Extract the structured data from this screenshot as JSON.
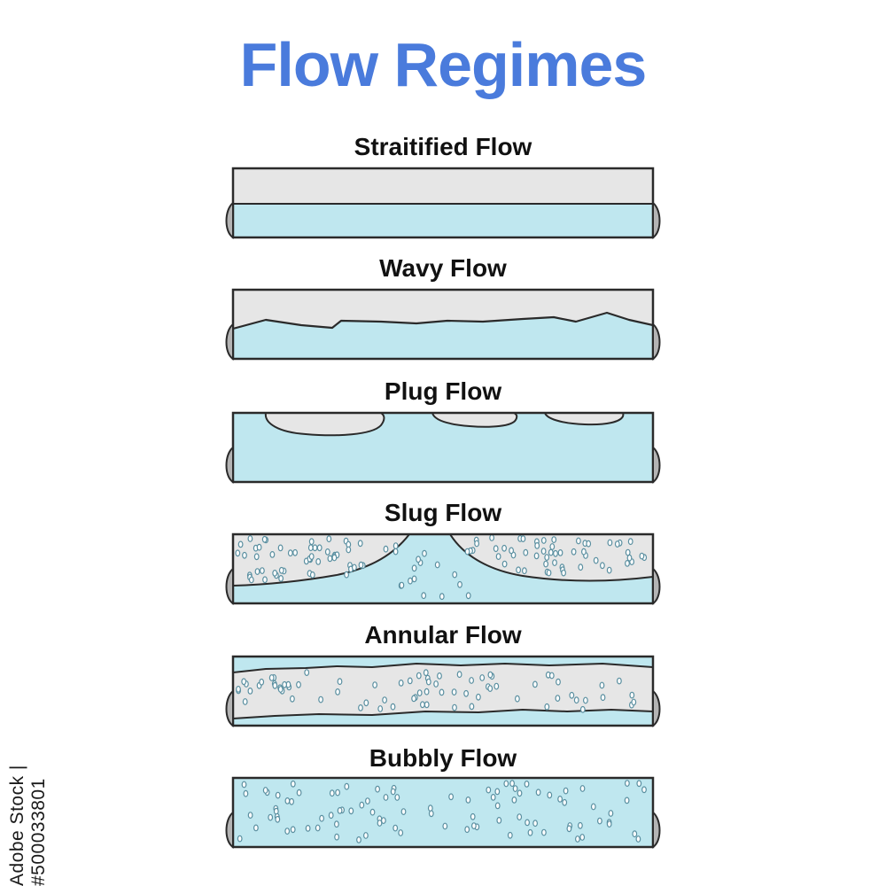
{
  "title": "Flow Regimes",
  "colors": {
    "title": "#4a7bdc",
    "text": "#111111",
    "liquid": "#bfe7ef",
    "gas": "#e6e6e6",
    "outline": "#2a2a2a",
    "pipe_end": "#b4b4b4",
    "bubble_stroke": "#5a8fa0"
  },
  "regimes": [
    {
      "label": "Straitified Flow"
    },
    {
      "label": "Wavy Flow"
    },
    {
      "label": "Plug Flow"
    },
    {
      "label": "Slug Flow"
    },
    {
      "label": "Annular Flow"
    },
    {
      "label": "Bubbly Flow"
    }
  ],
  "watermark": "Adobe Stock | #500033801"
}
